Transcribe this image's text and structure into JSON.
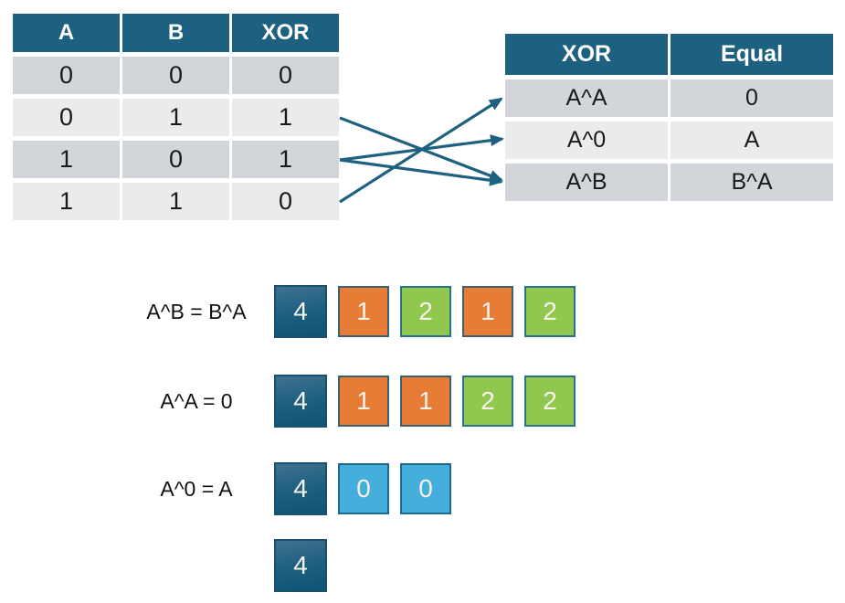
{
  "left_table": {
    "headers": [
      "A",
      "B",
      "XOR"
    ],
    "rows": [
      [
        "0",
        "0",
        "0"
      ],
      [
        "0",
        "1",
        "1"
      ],
      [
        "1",
        "0",
        "1"
      ],
      [
        "1",
        "1",
        "0"
      ]
    ]
  },
  "right_table": {
    "headers": [
      "XOR",
      "Equal"
    ],
    "rows": [
      [
        "A^A",
        "0"
      ],
      [
        "A^0",
        "A"
      ],
      [
        "A^B",
        "B^A"
      ]
    ]
  },
  "arrows": [
    {
      "from_row": "0,1,1",
      "to_rule": "A^B = B^A"
    },
    {
      "from_row": "1,0,1",
      "to_rule": "A^0 = A"
    },
    {
      "from_row": "1,0,1",
      "to_rule": "A^B = B^A"
    },
    {
      "from_row": "1,1,0",
      "to_rule": "A^A = 0"
    }
  ],
  "demo": {
    "rows": [
      {
        "label": "A^B = B^A",
        "boxes": [
          {
            "value": "4",
            "color": "dark"
          },
          {
            "value": "1",
            "color": "orange"
          },
          {
            "value": "2",
            "color": "green"
          },
          {
            "value": "1",
            "color": "orange"
          },
          {
            "value": "2",
            "color": "green"
          }
        ]
      },
      {
        "label": "A^A = 0",
        "boxes": [
          {
            "value": "4",
            "color": "dark"
          },
          {
            "value": "1",
            "color": "orange"
          },
          {
            "value": "1",
            "color": "orange"
          },
          {
            "value": "2",
            "color": "green"
          },
          {
            "value": "2",
            "color": "green"
          }
        ]
      },
      {
        "label": "A^0 = A",
        "boxes": [
          {
            "value": "4",
            "color": "dark"
          },
          {
            "value": "0",
            "color": "blue"
          },
          {
            "value": "0",
            "color": "blue"
          }
        ]
      },
      {
        "label": "",
        "boxes": [
          {
            "value": "4",
            "color": "dark"
          }
        ]
      }
    ]
  },
  "colors": {
    "header_teal": "#1E6080",
    "arrow": "#1E6080",
    "row_gray": "#D2D5D9",
    "row_light": "#E9EBED",
    "box_dark_top": "#40718F",
    "box_dark_bottom": "#0F5475",
    "box_orange": "#E67C35",
    "box_green": "#90C84F",
    "box_blue": "#45AEDD",
    "box_text": "#F7F3EA"
  }
}
